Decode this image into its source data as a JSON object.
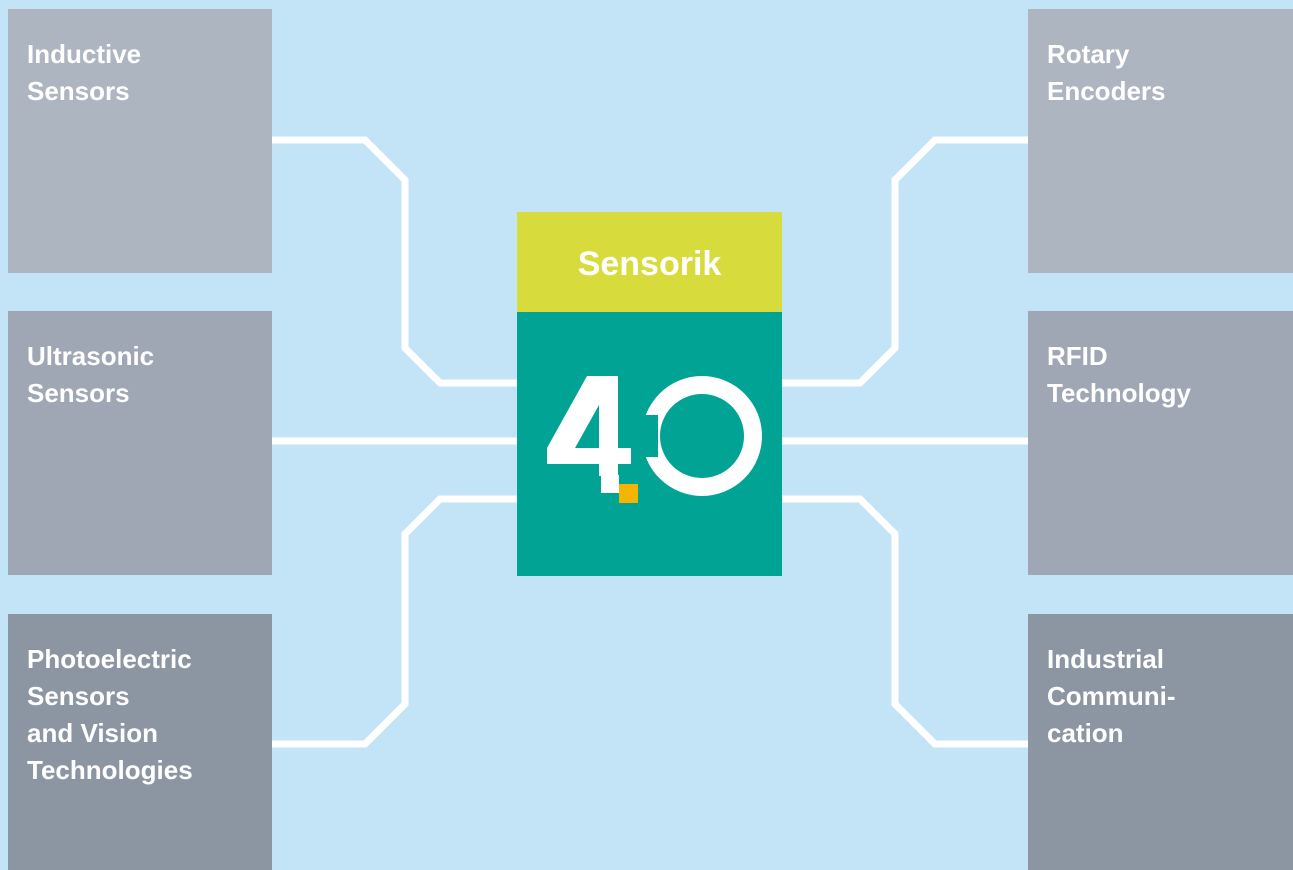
{
  "center": {
    "title": "Sensorik",
    "logo_digit": "4",
    "logo_zero": "O",
    "logo_dot_color": "#f5b400",
    "top_color": "#d7dc3c",
    "bottom_color": "#00a394"
  },
  "left": [
    {
      "lines": [
        "Inductive",
        "Sensors"
      ]
    },
    {
      "lines": [
        "Ultrasonic",
        "Sensors"
      ]
    },
    {
      "lines": [
        "Photoelectric",
        "Sensors",
        "and Vision",
        "Technologies"
      ]
    }
  ],
  "right": [
    {
      "lines": [
        "Rotary",
        "Encoders"
      ]
    },
    {
      "lines": [
        "RFID",
        "Technology"
      ]
    },
    {
      "lines": [
        "Industrial",
        "Communi-",
        "cation"
      ]
    }
  ],
  "colors": {
    "background": "#c3e3f6",
    "connector": "#ffffff",
    "box_shades": [
      "#adb5c1",
      "#9ea7b3",
      "#8b96a2"
    ]
  }
}
